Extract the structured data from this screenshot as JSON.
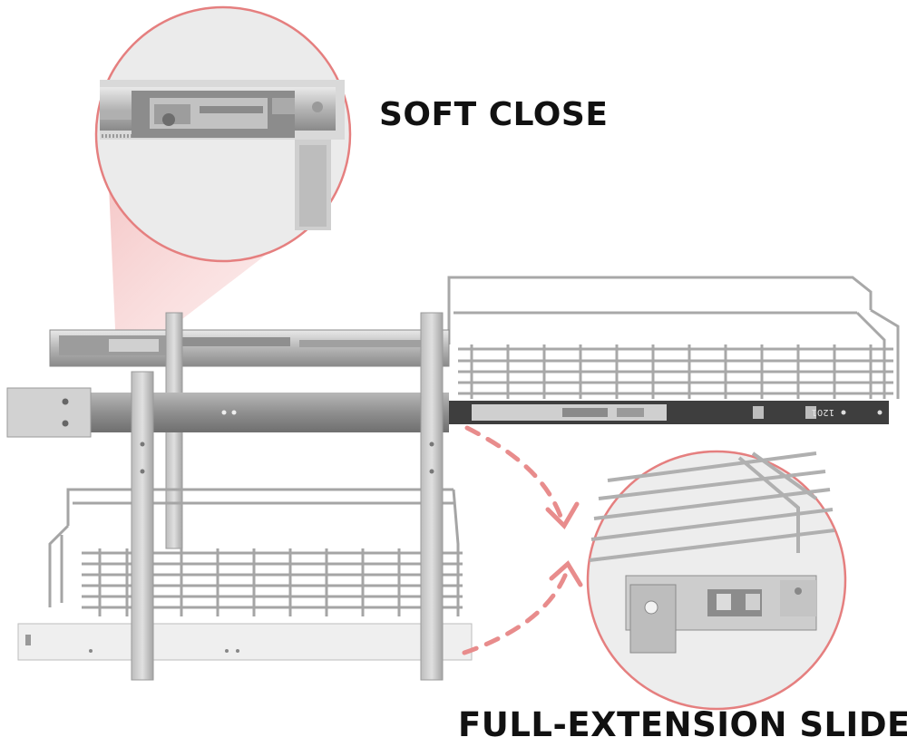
{
  "captions": {
    "soft_close": "SOFT CLOSE",
    "full_extension_slides": "FULL-EXTENSION SLIDES"
  },
  "product_markings": {
    "rail_stamp": "1201"
  },
  "colors": {
    "background": "#ffffff",
    "accent_callout": "#e88c8c",
    "callout_border": "#e57f7f",
    "metal_light": "#d8d8d8",
    "metal_mid": "#a9a9a9",
    "metal_dark": "#6e6e6e",
    "text": "#111111"
  }
}
